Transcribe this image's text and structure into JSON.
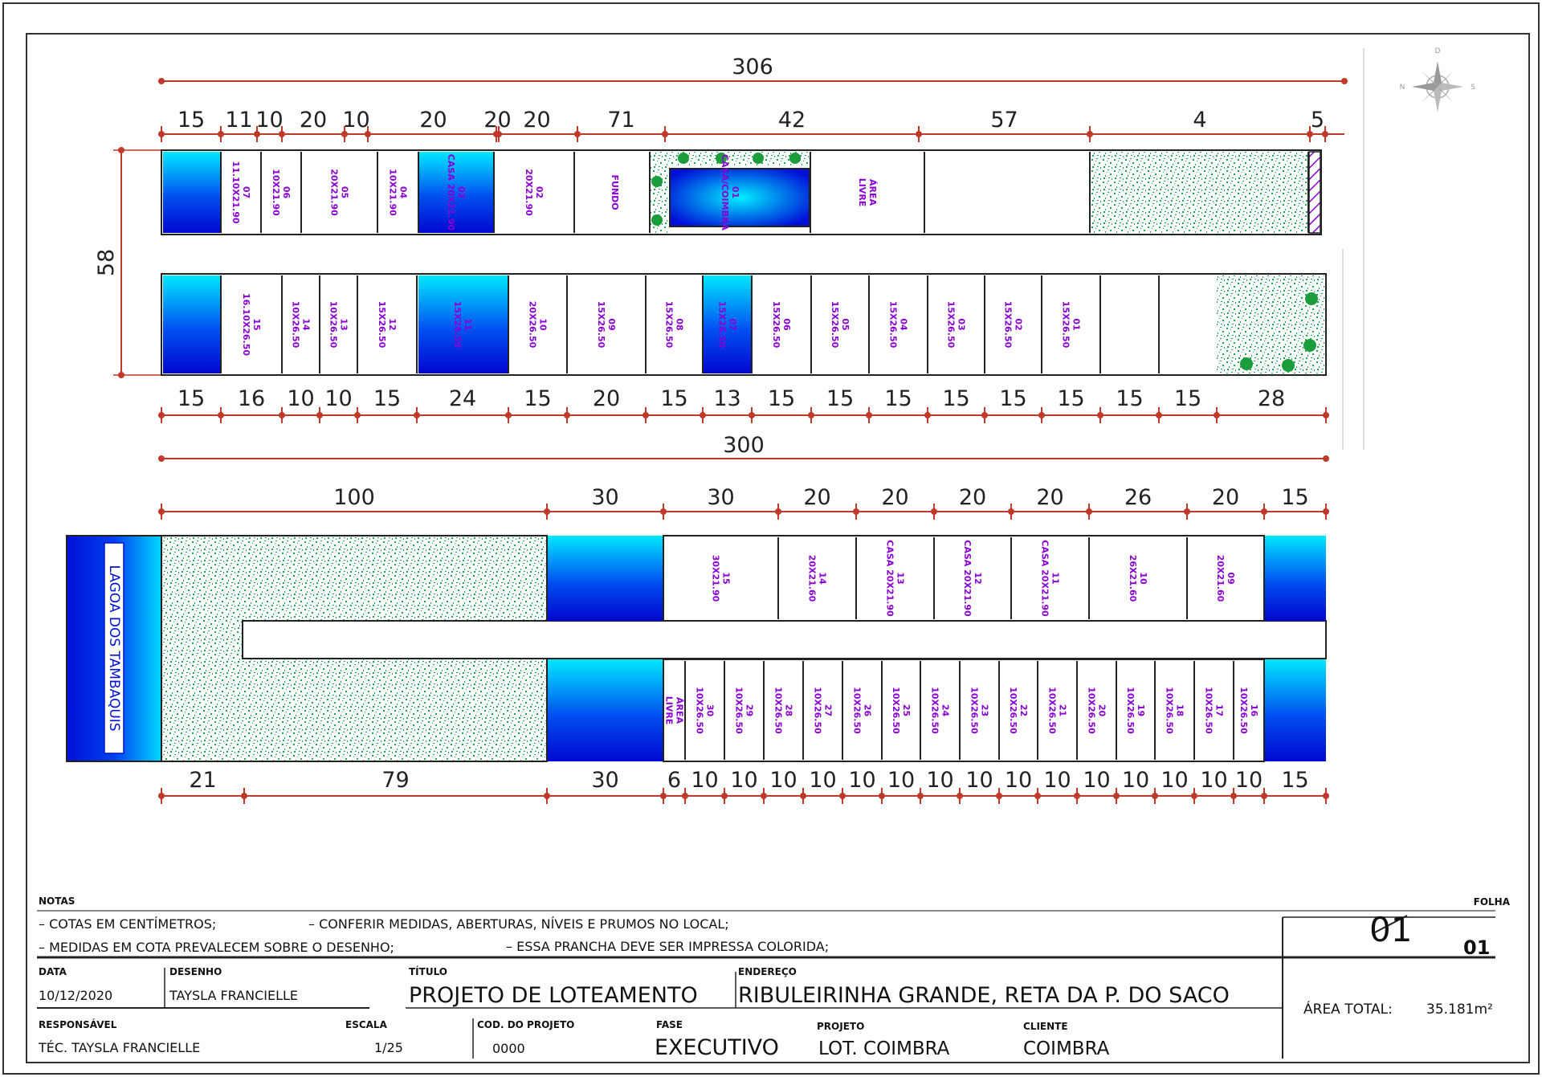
{
  "drawing": {
    "top_block": {
      "overall_top": "306",
      "upper_dims": [
        "15",
        "11",
        "10",
        "20",
        "10",
        "20",
        "20",
        "20",
        "71",
        "42",
        "57",
        "4",
        "5"
      ],
      "height_dim": "58",
      "lower_dims": [
        "15",
        "16",
        "10",
        "10",
        "15",
        "24",
        "15",
        "20",
        "15",
        "13",
        "15",
        "15",
        "15",
        "15",
        "15",
        "15",
        "15",
        "15",
        "28"
      ],
      "overall_bottom": "300",
      "upper_lots": [
        "07 11.10X21.90",
        "06 10X21.90",
        "05 20X21.90",
        "04 10X21.90",
        "03 CASA 20X21.90",
        "02 20X21.90",
        "FUNDO",
        "01 CASA/COIMBRA",
        "ÁREA LIVRE"
      ],
      "lower_lots": [
        "15 16.10X26.50",
        "14 10X26.50",
        "13 10X26.50",
        "12 15X26.50",
        "11 15X26.50",
        "10 20X26.50",
        "09 15X26.50",
        "08 15X26.50",
        "07 15X26.50",
        "06 15X26.50",
        "05 15X26.50",
        "04 15X26.50",
        "03 15X26.50",
        "02 15X26.50",
        "01 15X26.50"
      ]
    },
    "bottom_block": {
      "upper_dims": [
        "100",
        "30",
        "30",
        "20",
        "20",
        "20",
        "20",
        "26",
        "20",
        "15"
      ],
      "lower_dims": [
        "21",
        "79",
        "30",
        "6",
        "10",
        "10",
        "10",
        "10",
        "10",
        "10",
        "10",
        "10",
        "10",
        "10",
        "10",
        "10",
        "10",
        "10",
        "10",
        "15"
      ],
      "lagoon_label": "LAGOA DOS TAMBAQUIS",
      "upper_lots": [
        "15 30X21.90",
        "14 20X21.60",
        "13 CASA 20X21.90",
        "12 CASA 20X21.90",
        "11 CASA 20X21.90",
        "10 26X21.60",
        "09 20X21.60"
      ],
      "lower_lots": [
        "ÁREA LIVRE",
        "30 10X26.50",
        "29 10X26.50",
        "28 10X26.50",
        "27 10X26.50",
        "26 10X26.50",
        "25 10X26.50",
        "24 10X26.50",
        "23 10X26.50",
        "22 10X26.50",
        "21 10X26.50",
        "20 10X26.50",
        "19 10X26.50",
        "18 10X26.50",
        "17 10X26.50",
        "16 10X26.50"
      ]
    }
  },
  "title_block": {
    "notes_label": "NOTAS",
    "note1": "– COTAS EM CENTÍMETROS;",
    "note2": "– CONFERIR MEDIDAS, ABERTURAS, NÍVEIS E PRUMOS NO LOCAL;",
    "note3": "– MEDIDAS EM COTA PREVALECEM SOBRE O DESENHO;",
    "note4": "– ESSA PRANCHA DEVE SER IMPRESSA COLORIDA;",
    "folha_label": "FOLHA",
    "folha_number": "01",
    "folha_total": "01",
    "data_label": "DATA",
    "data_value": "10/12/2020",
    "desenho_label": "DESENHO",
    "desenho_value": "TAYSLA FRANCIELLE",
    "titulo_label": "TÍTULO",
    "titulo_value": "PROJETO DE LOTEAMENTO",
    "endereco_label": "ENDEREÇO",
    "endereco_value": "RIBULEIRINHA GRANDE, RETA DA P. DO SACO",
    "area_label": "ÁREA TOTAL:",
    "area_value": "35.181m²",
    "responsavel_label": "RESPONSÁVEL",
    "responsavel_value": "TÉC. TAYSLA FRANCIELLE",
    "escala_label": "ESCALA",
    "escala_value": "1/25",
    "cod_label": "COD. DO PROJETO",
    "cod_value": "0000",
    "fase_label": "FASE",
    "fase_value": "EXECUTIVO",
    "projeto_label": "PROJETO",
    "projeto_value": "LOT. COIMBRA",
    "cliente_label": "CLIENTE",
    "cliente_value": "COIMBRA"
  },
  "colors": {
    "water_top": "#00e5ff",
    "water_bottom": "#0008d8",
    "grass": "#1aa84a",
    "lot_text": "#8a00d4",
    "dim_red": "#c0392b"
  }
}
